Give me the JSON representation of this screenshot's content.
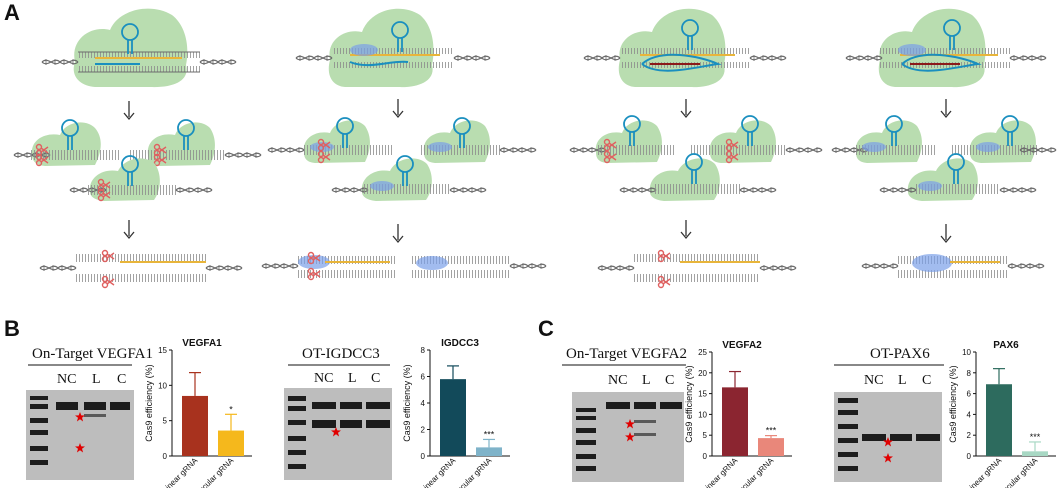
{
  "panel_labels": {
    "a": "A",
    "b": "B",
    "c": "C"
  },
  "gels": [
    {
      "title": "On-Target VEGFA1",
      "lanes": [
        "NC",
        "L",
        "C"
      ]
    },
    {
      "title": "OT-IGDCC3",
      "lanes": [
        "NC",
        "L",
        "C"
      ]
    },
    {
      "title": "On-Target VEGFA2",
      "lanes": [
        "NC",
        "L",
        "C"
      ]
    },
    {
      "title": "OT-PAX6",
      "lanes": [
        "NC",
        "L",
        "C"
      ]
    }
  ],
  "colors": {
    "protein": "#b9ddb0",
    "dna": "#6b6b6b",
    "guide": "#1a8fbf",
    "pam": "#e8b53a",
    "cleavage": "#e06060",
    "mismatch": "#7aa0e8",
    "gel_bg": "#bdbdbd",
    "gel_band": "#1c1c1c",
    "star": "#e00000"
  },
  "chart_data": [
    {
      "type": "bar",
      "title": "VEGFA1",
      "ylabel": "Cas9 efficiency (%)",
      "categories": [
        "Linear gRNA",
        "Circular gRNA"
      ],
      "values": [
        8.5,
        3.6
      ],
      "errors": [
        3.3,
        2.3
      ],
      "colors": [
        "#a8321e",
        "#f5b81c"
      ],
      "ylim": [
        0,
        15
      ],
      "yticks": [
        "0",
        "5",
        "10",
        "15"
      ],
      "significance": "*"
    },
    {
      "type": "bar",
      "title": "IGDCC3",
      "ylabel": "Cas9 efficiency (%)",
      "categories": [
        "Linear gRNA",
        "Circular gRNA"
      ],
      "values": [
        5.8,
        0.65
      ],
      "errors": [
        1.0,
        0.6
      ],
      "colors": [
        "#124a5a",
        "#7fb3c9"
      ],
      "ylim": [
        0,
        8
      ],
      "yticks": [
        "0",
        "2",
        "4",
        "6",
        "8"
      ],
      "significance": "***"
    },
    {
      "type": "bar",
      "title": "VEGFA2",
      "ylabel": "Cas9 efficiency (%)",
      "categories": [
        "Linear gRNA",
        "Circular gRNA"
      ],
      "values": [
        16.5,
        4.3
      ],
      "errors": [
        3.8,
        0.6
      ],
      "colors": [
        "#8b2530",
        "#e9877a"
      ],
      "ylim": [
        0,
        25
      ],
      "yticks": [
        "0",
        "5",
        "10",
        "15",
        "20",
        "25"
      ],
      "significance": "***"
    },
    {
      "type": "bar",
      "title": "PAX6",
      "ylabel": "Cas9 efficiency (%)",
      "categories": [
        "Linear gRNA",
        "Circular gRNA"
      ],
      "values": [
        6.9,
        0.45
      ],
      "errors": [
        1.5,
        0.9
      ],
      "colors": [
        "#2d6b5e",
        "#a8d8c4"
      ],
      "ylim": [
        0,
        10
      ],
      "yticks": [
        "0",
        "2",
        "4",
        "6",
        "8",
        "10"
      ],
      "significance": "***"
    }
  ]
}
